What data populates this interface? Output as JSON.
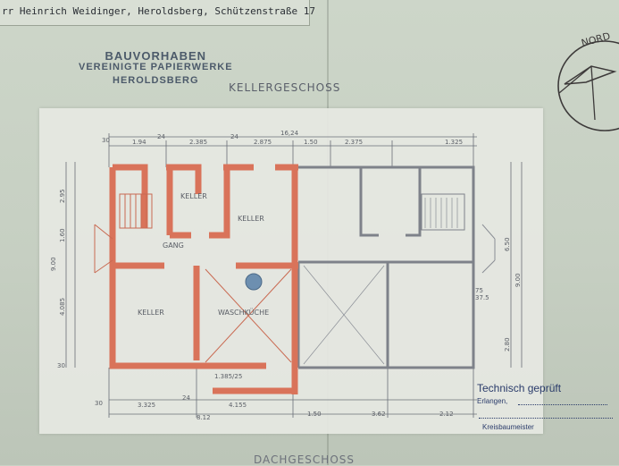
{
  "document": {
    "header_line": "rr Heinrich Weidinger, Heroldsberg, Schützenstraße 17",
    "stamp": {
      "line1": "BAUVORHABEN",
      "line2": "VEREINIGTE PAPIERWERKE",
      "line3": "HEROLDSBERG"
    },
    "plan_title": "KELLERGESCHOSS",
    "compass_label": "NORD",
    "footer_partial": "DACHGESCHOSS"
  },
  "rooms": {
    "keller_small": "KELLER",
    "keller_mid": "KELLER",
    "gang": "GANG",
    "keller_large": "KELLER",
    "waschkueche": "WASCHKÜCHE"
  },
  "dimensions": {
    "overall_width": "16,24",
    "top_30": "30",
    "top_1": "1.94",
    "top_24a": "24",
    "top_2": "2.385",
    "top_24b": "24",
    "top_3": "2.875",
    "top_mid": "1.50",
    "top_4": "2.375",
    "top_5": "1.325",
    "bottom_30": "30",
    "bottom_1": "3.325",
    "bottom_24": "24",
    "bottom_2": "4.155",
    "bottom_3": "3.62",
    "bottom_4": "2.12",
    "bottom_overall_left": "8.12",
    "bottom_overall_mid": "1.50",
    "left_1": "2.95",
    "left_2": "1.60",
    "left_3": "4.085",
    "left_overall": "9.00",
    "left_30": "30",
    "right_1": "6.50",
    "right_2": "2.80",
    "right_overall": "9.00",
    "right_75": "75",
    "right_37": "37.5",
    "window_note": "1.385/25"
  },
  "approval_stamp": {
    "title": "Technisch geprüft",
    "city": "Erlangen,",
    "role": "Kreisbaumeister"
  }
}
